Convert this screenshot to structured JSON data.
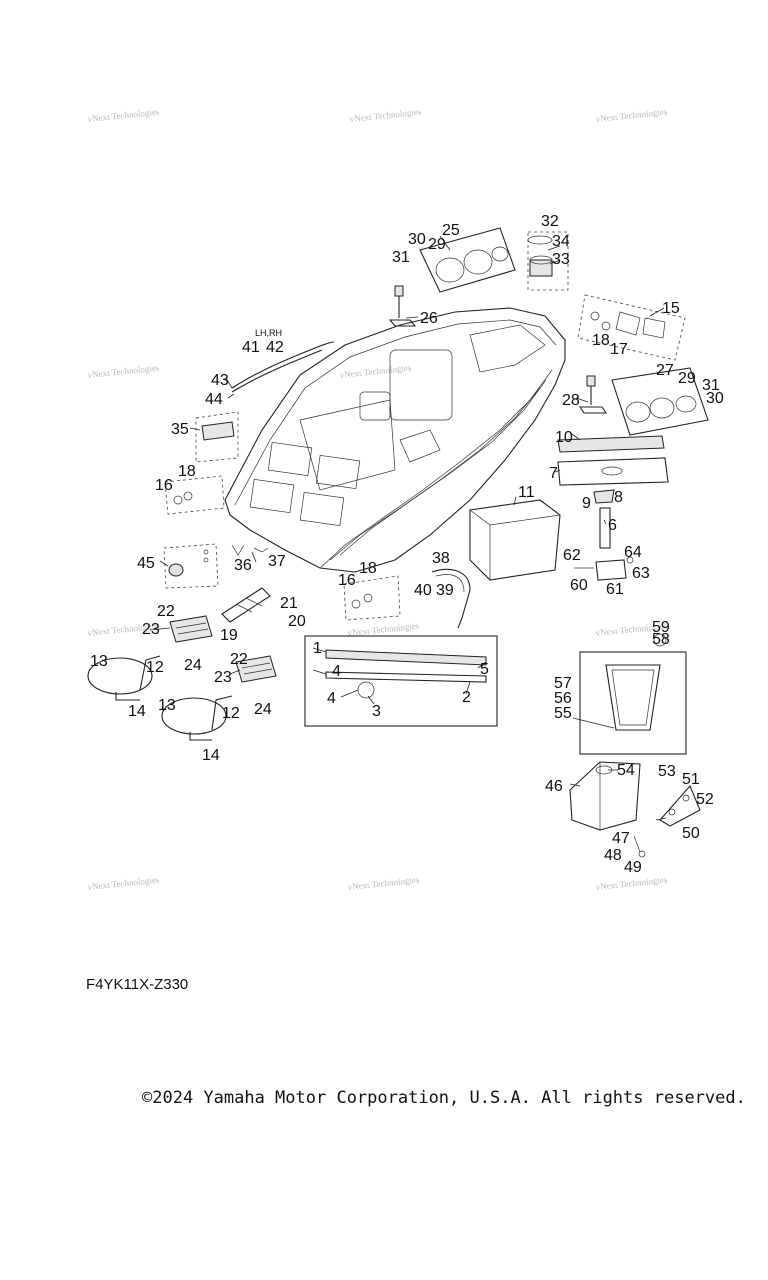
{
  "diagram": {
    "code": "F4YK11X-Z330",
    "copyright": "©2024 Yamaha Motor Corporation, U.S.A. All rights reserved.",
    "side_note": "LH,RH",
    "watermark": "vNext Technologies",
    "callouts": [
      "1",
      "2",
      "3",
      "4",
      "4",
      "5",
      "6",
      "7",
      "8",
      "9",
      "10",
      "11",
      "12",
      "12",
      "13",
      "13",
      "14",
      "14",
      "15",
      "16",
      "16",
      "17",
      "18",
      "18",
      "18",
      "19",
      "20",
      "21",
      "22",
      "22",
      "23",
      "23",
      "24",
      "24",
      "25",
      "26",
      "27",
      "28",
      "29",
      "29",
      "30",
      "30",
      "31",
      "31",
      "32",
      "33",
      "34",
      "35",
      "36",
      "37",
      "38",
      "39",
      "40",
      "41",
      "42",
      "43",
      "44",
      "45",
      "46",
      "47",
      "48",
      "49",
      "50",
      "51",
      "52",
      "53",
      "54",
      "55",
      "56",
      "57",
      "58",
      "59",
      "60",
      "61",
      "62",
      "63",
      "64"
    ]
  }
}
